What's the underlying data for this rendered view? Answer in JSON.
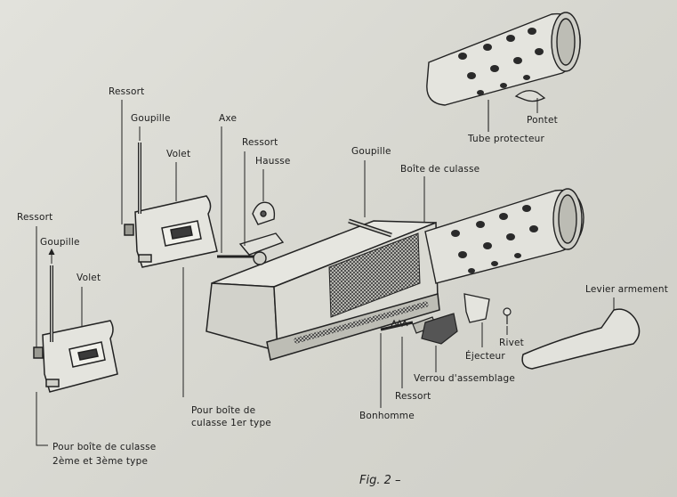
{
  "figure": {
    "caption": "Fig. 2 –",
    "labels": {
      "ressort_left": "Ressort",
      "goupille_left": "Goupille",
      "volet_left": "Volet",
      "ressort_mid": "Ressort",
      "goupille_mid": "Goupille",
      "volet_mid": "Volet",
      "axe": "Axe",
      "ressort_center": "Ressort",
      "hausse": "Hausse",
      "goupille_body": "Goupille",
      "boite_de_culasse": "Boîte de culasse",
      "pontet": "Pontet",
      "tube_protecteur": "Tube protecteur",
      "levier_armement": "Levier armement",
      "rivet": "Rivet",
      "ejecteur": "Éjecteur",
      "verrou_assemblage": "Verrou d'assemblage",
      "ressort_bottom": "Ressort",
      "bonhomme": "Bonhomme",
      "pour_boite_1": "Pour boîte de",
      "pour_boite_1b": "culasse 1er type",
      "pour_boite_2": "Pour boîte de culasse",
      "pour_boite_2b": "2ème et 3ème type"
    }
  }
}
